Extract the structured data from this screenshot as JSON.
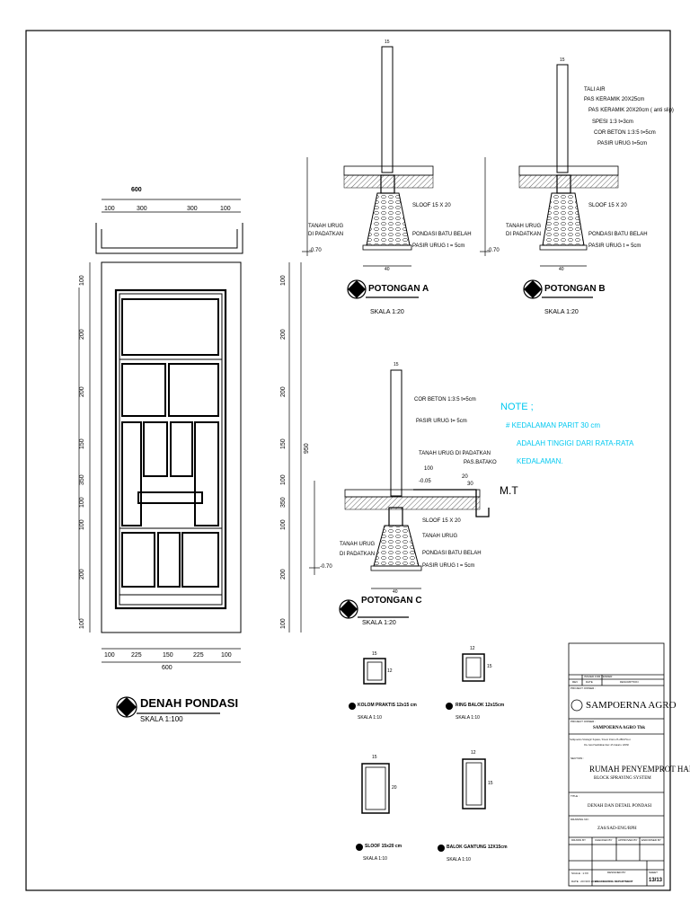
{
  "plan": {
    "title": "DENAH PONDASI",
    "scale": "SKALA 1:100",
    "top_dims": [
      "600",
      "100",
      "300",
      "300",
      "100"
    ],
    "bottom_dims": [
      "100",
      "225",
      "150",
      "225",
      "100",
      "600"
    ],
    "left_dims": [
      "100",
      "200",
      "200",
      "150",
      "350",
      "100",
      "100",
      "200",
      "100"
    ],
    "right_dims": [
      "100",
      "200",
      "200",
      "150",
      "950",
      "100",
      "350",
      "100",
      "200",
      "100"
    ]
  },
  "section_a": {
    "title": "POTONGAN A",
    "scale": "SKALA 1:20",
    "labels": [
      "SLOOF 15 X 20",
      "TANAH URUG",
      "DI PADATKAN",
      "PONDASI BATU BELAH",
      "PASIR URUG t = 5cm",
      "-0.70",
      "15",
      "40"
    ]
  },
  "section_b": {
    "title": "POTONGAN B",
    "scale": "SKALA 1:20",
    "labels": [
      "TALI AIR",
      "PAS KERAMIK 20X25cm",
      "PAS KERAMIK 20X20cm ( anti slip)",
      "SPESI 1:3  t=3cm",
      "COR BETON 1:3:5 t=5cm",
      "PASIR URUG t=5cm",
      "SLOOF 15 X 20",
      "TANAH URUG",
      "DI PADATKAN",
      "PONDASI BATU BELAH",
      "PASIR URUG t = 5cm",
      "-0.70",
      "15",
      "40"
    ]
  },
  "section_c": {
    "title": "POTONGAN C",
    "scale": "SKALA 1:20",
    "labels": [
      "COR BETON 1:3:5 t=5cm",
      "PASIR URUG t= 5cm",
      "TANAH URUG DI PADATKAN",
      "PAS.BATAKO",
      "SLOOF 15 X 20",
      "TANAH URUG",
      "PONDASI BATU BELAH",
      "PASIR URUG t = 5cm",
      "TANAH URUG",
      "DI PADATKAN",
      "-0.70",
      "-0.05",
      "M.T",
      "100",
      "20",
      "30",
      "15",
      "40"
    ]
  },
  "note": {
    "heading": "NOTE ;",
    "lines": [
      "#  KEDALAMAN PARIT 30 cm",
      "ADALAH TINGIGI DARI RATA-RATA",
      "KEDALAMAN."
    ]
  },
  "details": [
    {
      "title": "KOLOM PRAKTIS 12x15 cm",
      "scale": "SKALA 1:10",
      "dims": [
        "15",
        "12"
      ]
    },
    {
      "title": "RING BALOK 12x15cm",
      "scale": "SKALA 1:10",
      "dims": [
        "12",
        "15"
      ]
    },
    {
      "title": "SLOOF 15x20 cm",
      "scale": "SKALA 1:10",
      "dims": [
        "15",
        "20"
      ]
    },
    {
      "title": "BALOK GANTUNG 12X15cm",
      "scale": "SKALA 1:10",
      "dims": [
        "12",
        "15"
      ]
    }
  ],
  "title_block": {
    "rev_header": [
      "REV",
      "DATE",
      "DESCRIPTION"
    ],
    "issue": "ISSUED FOR TENDER",
    "project_owner_label": "PROJECT OWNER :",
    "logo_text": "SAMPOERNA AGRO",
    "project_owner_code": "PROJECT OWNER :",
    "company": "SAMPOERNA AGRO Tbk",
    "address1": "Sampoerna Strategic Square, Tower Utara 25-28th Floor",
    "address2": "Jln. Jend Sudirman Kav 45 Jakarta 12930",
    "section_label": "SECTION :",
    "project_name": "RUMAH PENYEMPROT HAMA",
    "project_sub": "BLOCK SPRAYING SYSTEM",
    "title_label": "TITLE :",
    "drawing_title": "DENAH DAN DETAIL PONDASI",
    "drawing_no_label": "DRAWING NO :",
    "drawing_no": "ZA6/SAD-ENG/RPH",
    "sign_headers": [
      "DRAWN BY",
      "CHECKED BY",
      "APPROVED BY",
      "ENDORSED BY"
    ],
    "footer_cells": [
      "DESIGNED BY",
      "ENGINEERING DEPARTMENT",
      "SCALE : 1:XX",
      "DATE : 20 NOV 2013",
      "SHEET"
    ],
    "sheet_no": "13/13"
  }
}
